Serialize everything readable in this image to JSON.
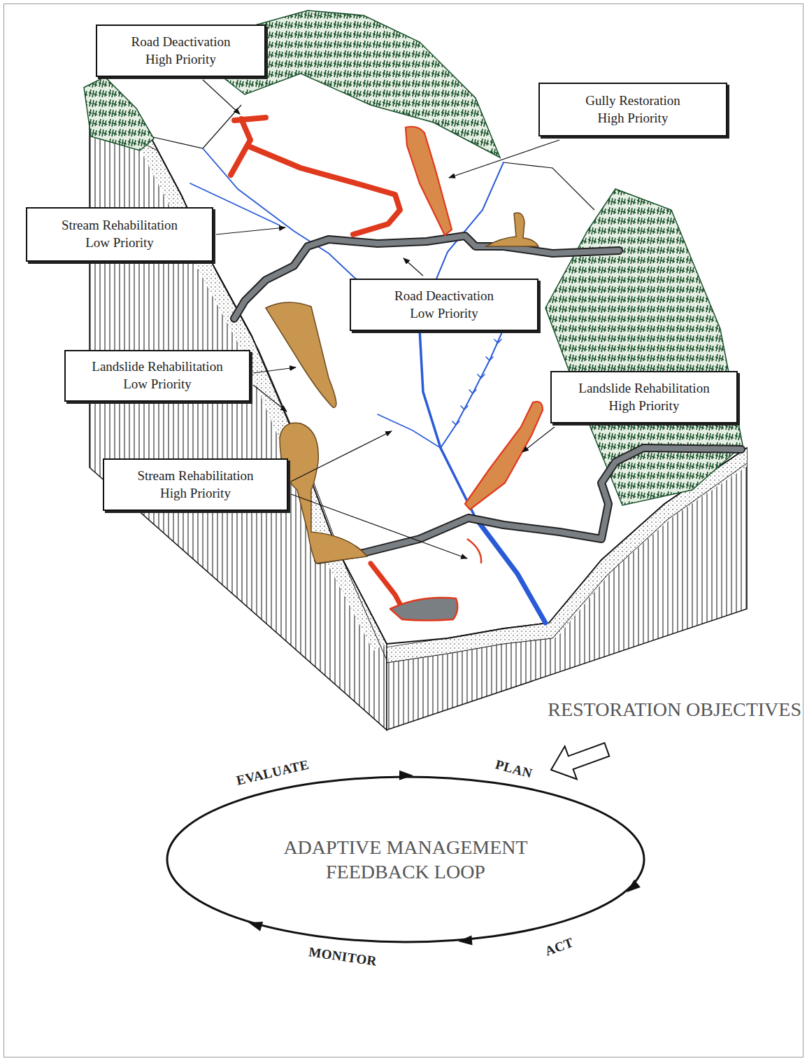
{
  "diagram": {
    "nodes": [
      {
        "text": [
          "Road Deactivation",
          "High Priority"
        ]
      },
      {
        "text": [
          "Gully Restoration",
          "High Priority"
        ]
      },
      {
        "text": [
          "Stream Rehabilitation",
          "Low Priority"
        ]
      },
      {
        "text": [
          "Road Deactivation",
          "Low Priority"
        ]
      },
      {
        "text": [
          "Landslide Rehabilitation",
          "Low Priority"
        ]
      },
      {
        "text": [
          "Landslide Rehabilitation",
          "High Priority"
        ]
      },
      {
        "text": [
          "Stream Rehabilitation",
          "High Priority"
        ]
      },
      {
        "text": [
          "ADAPTIVE MANAGEMENT FEEDBACK LOOP"
        ]
      }
    ],
    "labels": [
      "RESTORATION OBJECTIVES",
      "EVALUATE",
      "PLAN",
      "ACT",
      "MONITOR"
    ]
  }
}
